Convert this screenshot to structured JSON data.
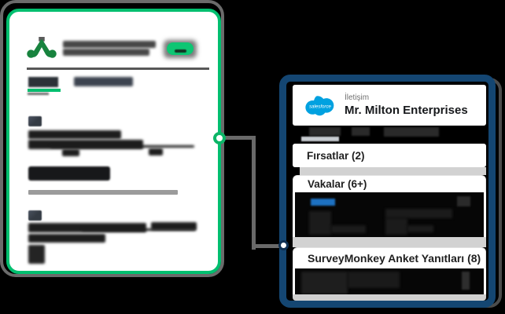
{
  "scene": {
    "background_color": "#000000",
    "connector_color": "#696969",
    "description_note": ""
  },
  "surveymonkey_window": {
    "brand_icon": "surveymonkey-goldie-icon",
    "accent_green": "#00BF6F",
    "logo_green": "#17833E",
    "text_redacted": true
  },
  "salesforce_window": {
    "frame_color": "#144672",
    "logo_icon": "salesforce-cloud-icon",
    "logo_text": "salesforce",
    "logo_color": "#00A1E0",
    "record_type": "İletişim",
    "record_title": "Mr. Milton Enterprises",
    "sections": [
      {
        "label": "Fırsatlar (2)"
      },
      {
        "label": "Vakalar (6+)"
      },
      {
        "label": "SurveyMonkey Anket Yanıtları (8)"
      }
    ]
  }
}
